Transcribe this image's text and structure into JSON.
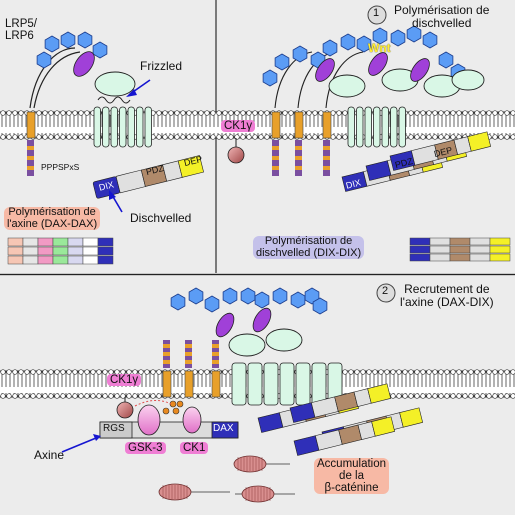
{
  "panel1": {
    "lrp_label": "LRP5/\nLRP6",
    "frizzled_label": "Frizzled",
    "ppppspxs_label": "PPPSPxS",
    "axin_poly_label": "Polymérisation de\nl'axine (DAX-DAX)",
    "dishevelled_label": "Dischvelled",
    "domain_dix": "DIX",
    "domain_pdz": "PDZ",
    "domain_dep": "DEP"
  },
  "panel2": {
    "step_number": "1",
    "step_title": "Polymérisation de\ndischvelled",
    "wnt_label": "Wnt",
    "ck1y_label": "CK1γ",
    "dishevelled_poly_label": "Polymérisation de\ndischvelled (DIX-DIX)",
    "domain_dix": "DIX",
    "domain_pdz": "PDZ",
    "domain_dep": "DEP"
  },
  "panel3": {
    "step_number": "2",
    "step_title": "Recrutement de\nl'axine (DAX-DIX)",
    "ck1y_label": "CK1γ",
    "rgs_label": "RGS",
    "gsk3_label": "GSK-3",
    "ck1_label": "CK1",
    "dax_label": "DAX",
    "axine_label": "Axine",
    "accumulation_label": "Accumulation\nde la\nβ-caténine"
  },
  "colors": {
    "panel_bg": "#ececec",
    "hexagon": "#5b9cf5",
    "wnt": "#a040d8",
    "frizzled": "#d9f7e6",
    "dix": "#2f2fb8",
    "pdz": "#b08a6a",
    "dep": "#f4f027",
    "arrow": "#1515d0"
  }
}
